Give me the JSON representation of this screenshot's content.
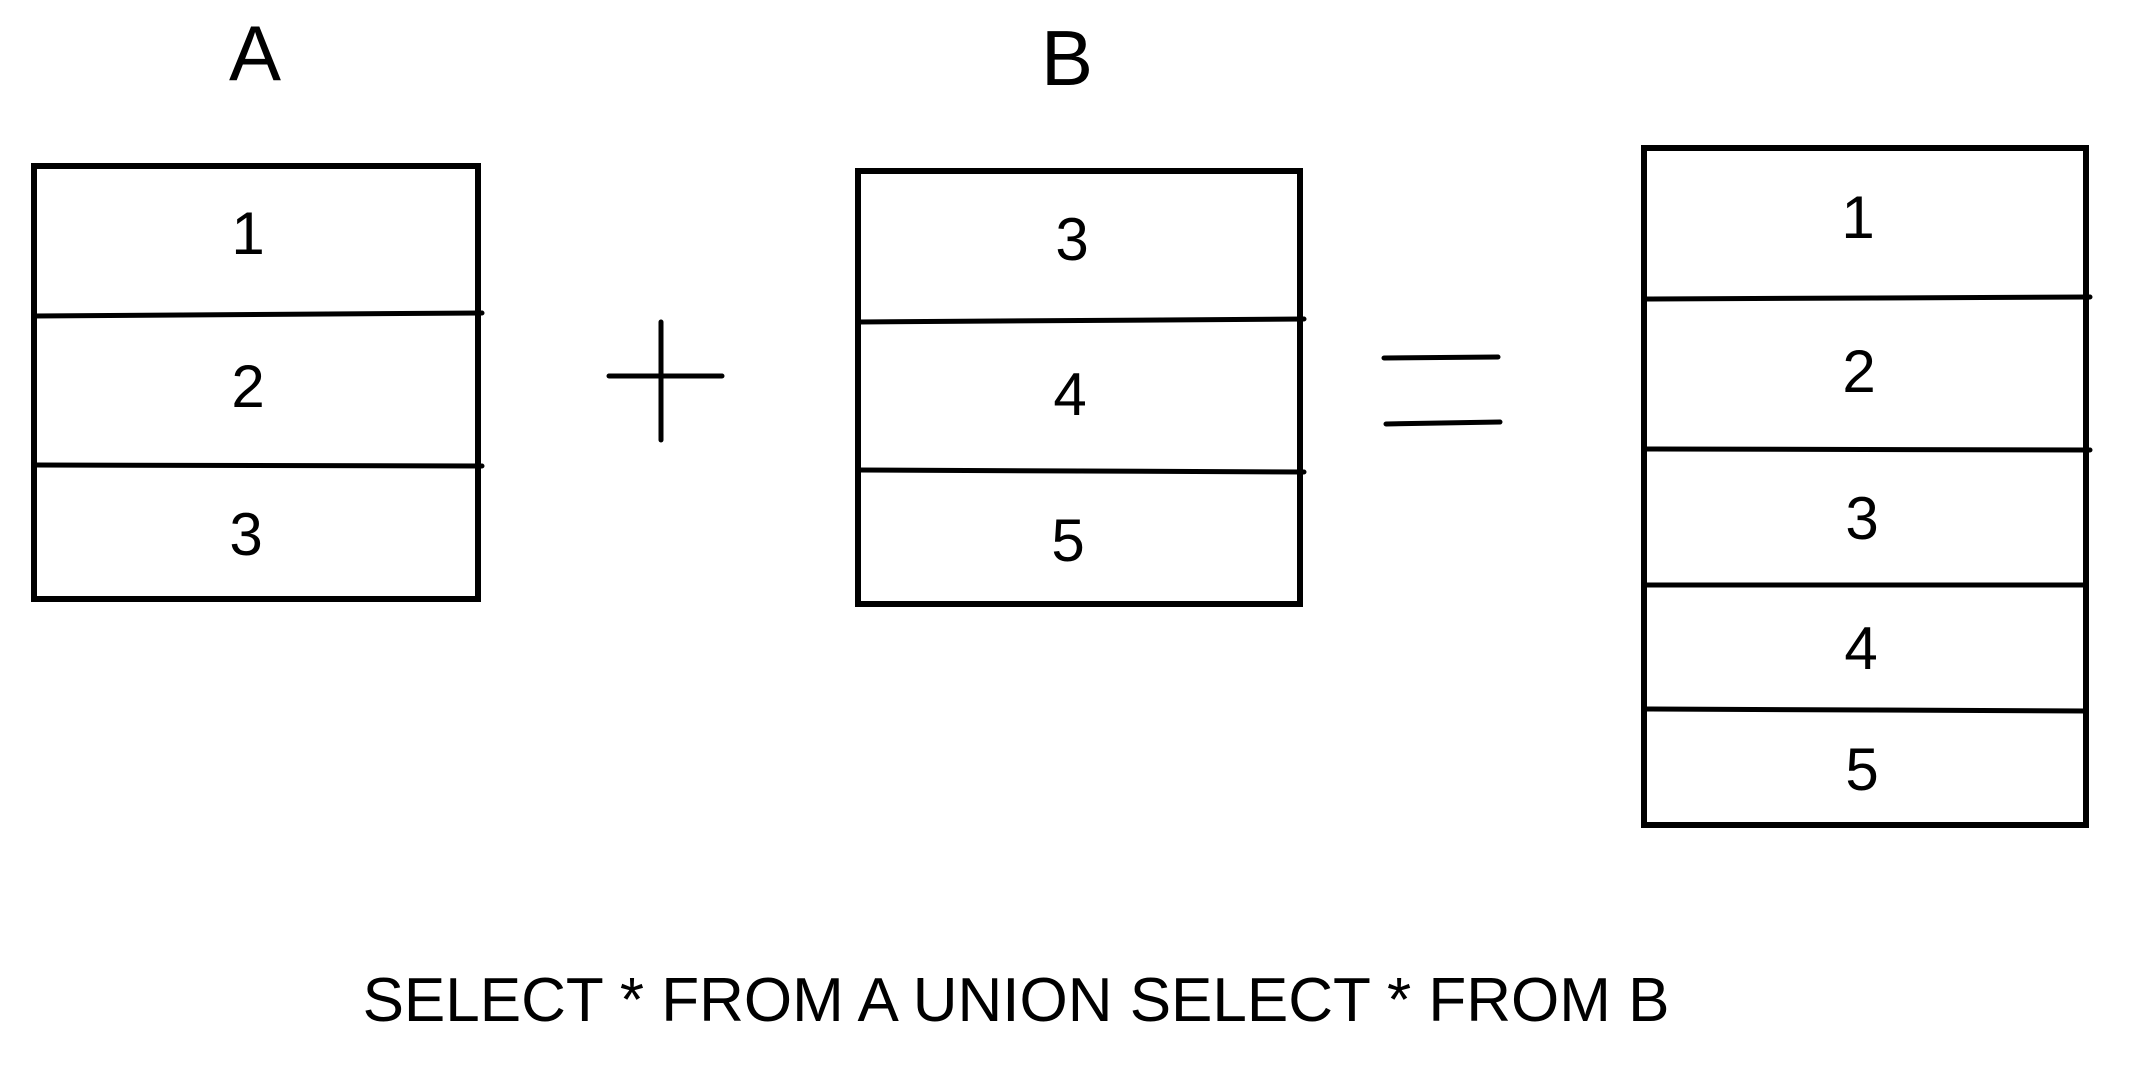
{
  "table_a": {
    "label": "A",
    "rows": [
      "1",
      "2",
      "3"
    ]
  },
  "table_b": {
    "label": "B",
    "rows": [
      "3",
      "4",
      "5"
    ]
  },
  "result_table": {
    "rows": [
      "1",
      "2",
      "3",
      "4",
      "5"
    ]
  },
  "operators": {
    "plus": "plus-sign",
    "equals": "equals-sign"
  },
  "query": "SELECT * FROM A UNION SELECT * FROM B",
  "colors": {
    "ink": "#000000",
    "background": "#ffffff"
  }
}
